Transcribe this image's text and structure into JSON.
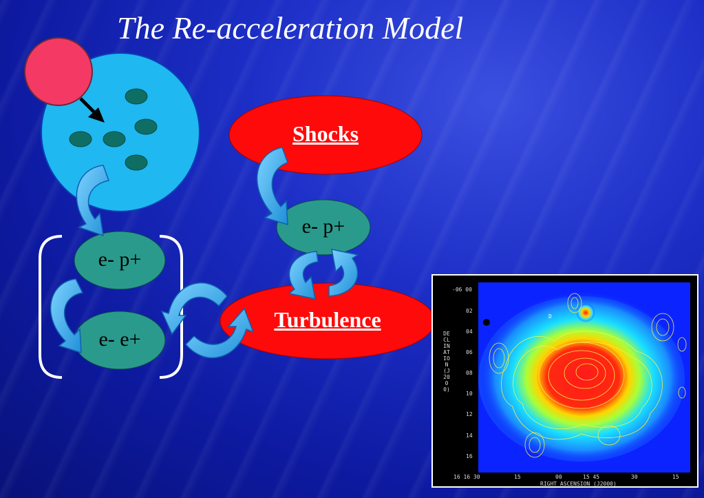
{
  "slide": {
    "title": "The Re-acceleration Model",
    "nodes": {
      "ep_left": "e- p+",
      "ee_left": "e- e+",
      "ep_right": "e- p+"
    },
    "shocks_label": "Shocks",
    "turbulence_label": "Turbulence"
  },
  "inset": {
    "y_ticks": [
      "-06 00",
      "02",
      "04",
      "06",
      "08",
      "10",
      "12",
      "14",
      "16"
    ],
    "x_ticks": [
      "16 16 30",
      "15",
      "00",
      "15 45",
      "30",
      "15"
    ],
    "x_axis_label": "RIGHT ASCENSION (J2000)",
    "y_axis_label": "DECLINATION (J2000)",
    "annotation": "D"
  },
  "colors": {
    "background": "#1c2ec6",
    "cyan_blob": "#1fb8f0",
    "teal_node": "#2a9a8c",
    "red_ellipse": "#ff0a0a",
    "pink_circle": "#f43a64",
    "arrow_fill": "#3cb4f0"
  }
}
